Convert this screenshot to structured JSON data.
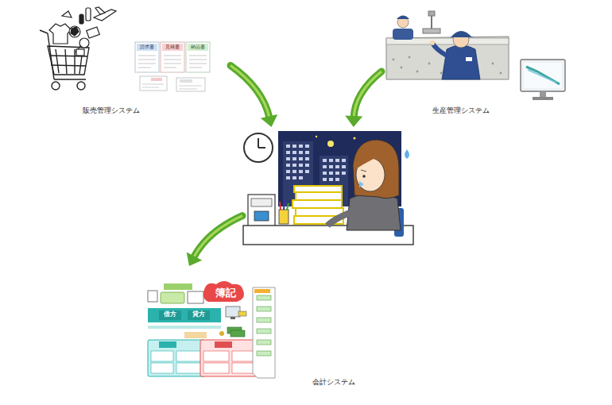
{
  "diagram": {
    "nodes": [
      {
        "text": [
          "販売管理システム"
        ]
      },
      {
        "text": [
          "生産管理システム"
        ]
      },
      {
        "text": []
      },
      {
        "text": [
          "会計システム"
        ]
      }
    ],
    "edges": [
      {
        "from": 0,
        "to": 2,
        "arrow": "to"
      },
      {
        "from": 1,
        "to": 2,
        "arrow": "to"
      },
      {
        "from": 2,
        "to": 3,
        "arrow": "to"
      }
    ],
    "labels": [
      "請求書",
      "見積書",
      "納品書",
      "簿記",
      "借方",
      "貸方"
    ]
  }
}
